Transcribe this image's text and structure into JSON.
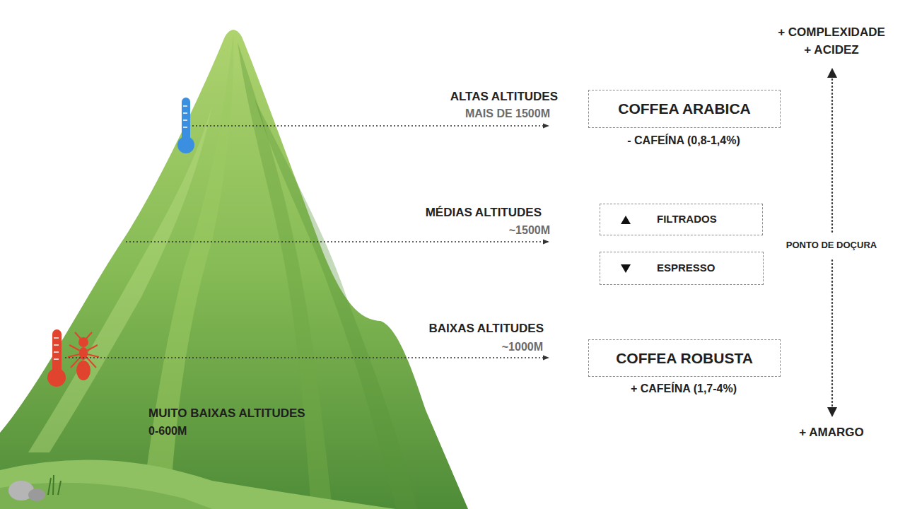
{
  "diagram": {
    "nodes": [
      {
        "text": [
          "COFFEA ARABICA"
        ]
      },
      {
        "text": [
          "FILTRADOS"
        ]
      },
      {
        "text": [
          "ESPRESSO"
        ]
      },
      {
        "text": [
          "COFFEA ROBUSTA"
        ]
      }
    ],
    "labels": [
      "ALTAS ALTITUDES",
      "MAIS DE 1500M",
      "- CAFEÍNA (0,8-1,4%)",
      "MÉDIAS ALTITUDES",
      "~1500M",
      "BAIXAS ALTITUDES",
      "~1000M",
      "+ CAFEÍNA (1,7-4%)",
      "MUITO BAIXAS ALTITUDES",
      "0-600M",
      "+ COMPLEXIDADE",
      "+ ACIDEZ",
      "PONTO DE DOÇURA",
      "+ AMARGO"
    ]
  }
}
